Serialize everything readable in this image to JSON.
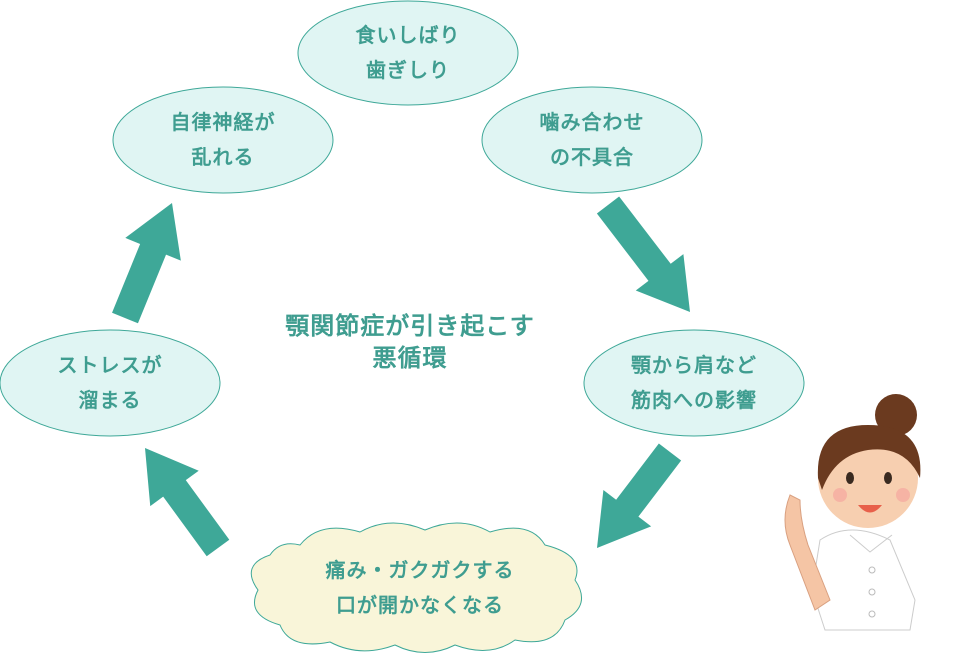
{
  "title": {
    "line1": "顎関節症が引き起こす",
    "line2": "悪循環"
  },
  "nodes": [
    {
      "line1": "食いしばり",
      "line2": "歯ぎしり"
    },
    {
      "line1": "噛み合わせ",
      "line2": "の不具合"
    },
    {
      "line1": "顎から肩など",
      "line2": "筋肉への影響"
    },
    {
      "line1": "痛み・ガクガクする",
      "line2": "口が開かなくなる"
    },
    {
      "line1": "ストレスが",
      "line2": "溜まる"
    },
    {
      "line1": "自律神経が",
      "line2": "乱れる"
    }
  ],
  "colors": {
    "accent": "#3ea898",
    "ellipse_fill": "#e0f5f3",
    "cloud_fill": "#f9f5d9",
    "text": "#3f9d90"
  }
}
